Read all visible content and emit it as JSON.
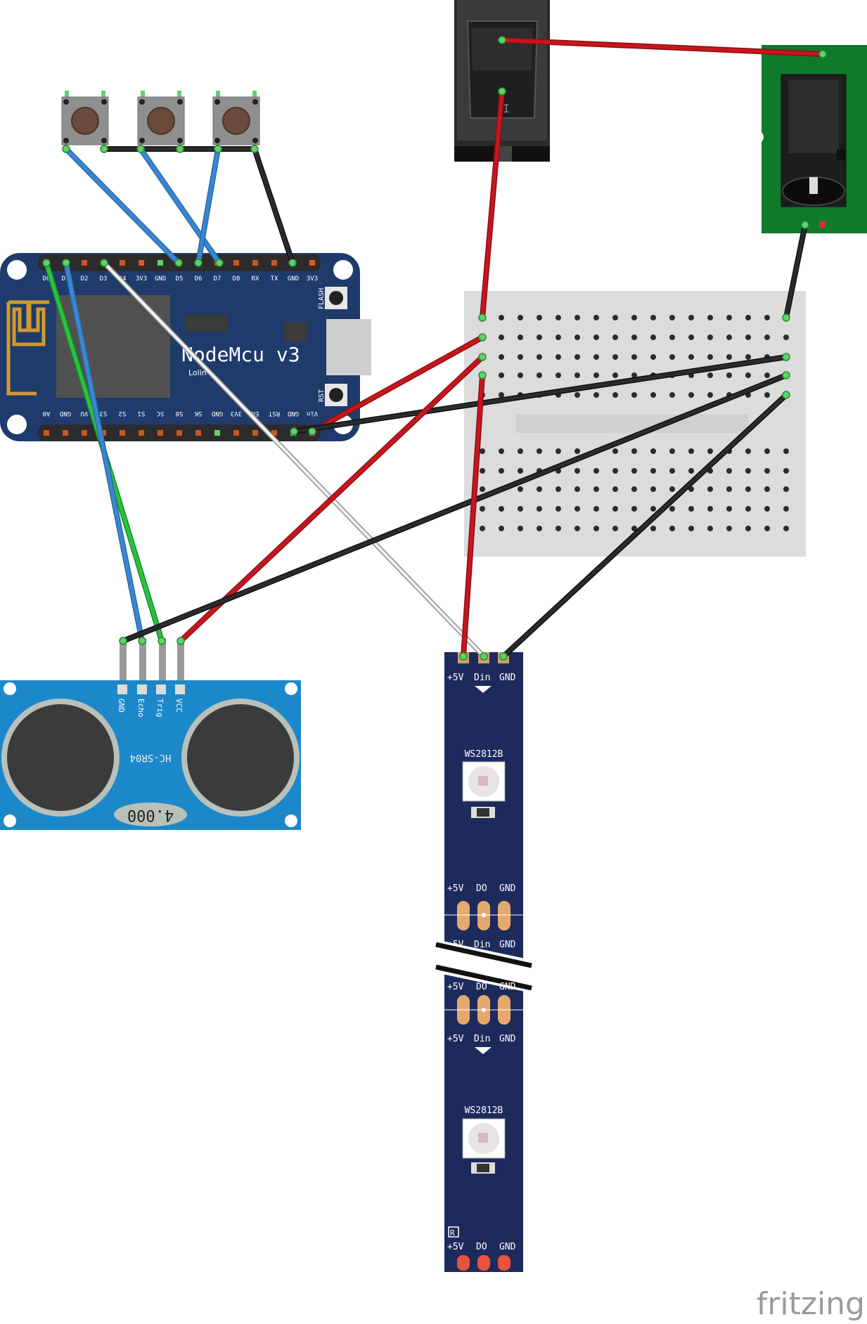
{
  "nodemcu": {
    "title": "NodeMcu v3",
    "subtitle": "Lolin",
    "flash_label": "FLASH",
    "rst_label": "RST",
    "top_pins": [
      "D0",
      "D1",
      "D2",
      "D3",
      "D4",
      "3V3",
      "GND",
      "D5",
      "D6",
      "D7",
      "D8",
      "RX",
      "TX",
      "GND",
      "3V3"
    ],
    "bottom_pins": [
      "A0",
      "GND",
      "VU",
      "S3",
      "S2",
      "S1",
      "SC",
      "S0",
      "SK",
      "GND",
      "3V3",
      "EN",
      "RST",
      "GND",
      "Vin"
    ]
  },
  "sensor": {
    "model": "HC-SR04",
    "version": "4.000",
    "pins": [
      "GND",
      "Echo",
      "Trig",
      "VCC"
    ]
  },
  "strip": {
    "input_labels": [
      "+5V",
      "Din",
      "GND"
    ],
    "output_labels": [
      "+5V",
      "DO",
      "GND"
    ],
    "led_chip": "WS2812B",
    "mark": "R"
  },
  "brand": {
    "name": "fritzing"
  },
  "colors": {
    "wire_red": "#c8161d",
    "wire_black": "#2b2b2b",
    "wire_blue": "#3a86d3",
    "wire_green": "#29c23c",
    "wire_white": "#f2f2f2",
    "board_blue": "#1f3b6c",
    "sensor_blue": "#1d88c9",
    "strip_navy": "#1d2a5c",
    "breadboard": "#dcdcdc",
    "jack_green": "#0f7a2a"
  }
}
